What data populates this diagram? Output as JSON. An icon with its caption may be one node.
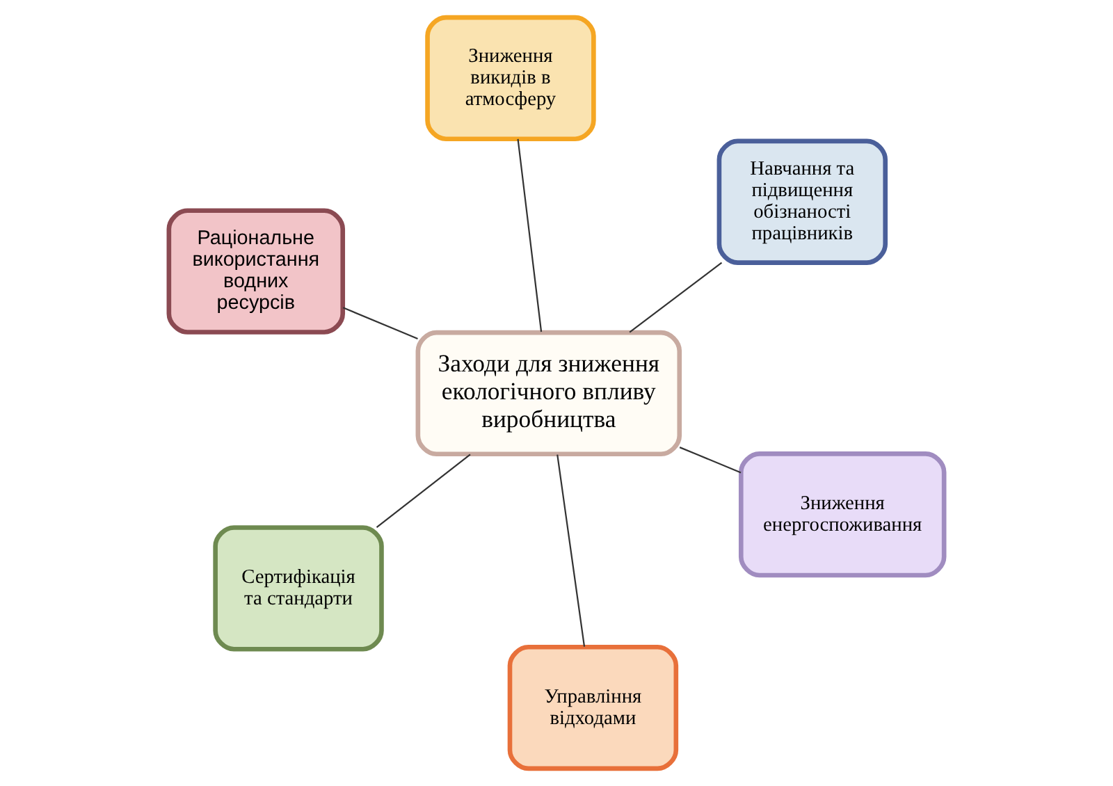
{
  "diagram": {
    "nodes": [
      {
        "text": [
          "Раціональне використання водних ресурсів"
        ]
      },
      {
        "text": [
          "Зниження енергоспоживання"
        ]
      },
      {
        "text": [
          "Управління відходами"
        ]
      },
      {
        "text": [
          "Заходи для зниження екологічного впливу виробництва"
        ]
      },
      {
        "text": [
          "Навчання та підвищення обізнаності працівників"
        ]
      },
      {
        "text": [
          "Зниження викидів в атмосферу"
        ]
      },
      {
        "text": [
          "Сертифікація та стандарти"
        ]
      }
    ],
    "edges": [
      {
        "from": 3,
        "to": 0,
        "arrow": "none"
      },
      {
        "from": 3,
        "to": 1,
        "arrow": "none"
      },
      {
        "from": 3,
        "to": 2,
        "arrow": "none"
      },
      {
        "from": 3,
        "to": 4,
        "arrow": "none"
      },
      {
        "from": 3,
        "to": 5,
        "arrow": "none"
      },
      {
        "from": 3,
        "to": 6,
        "arrow": "none"
      }
    ]
  }
}
